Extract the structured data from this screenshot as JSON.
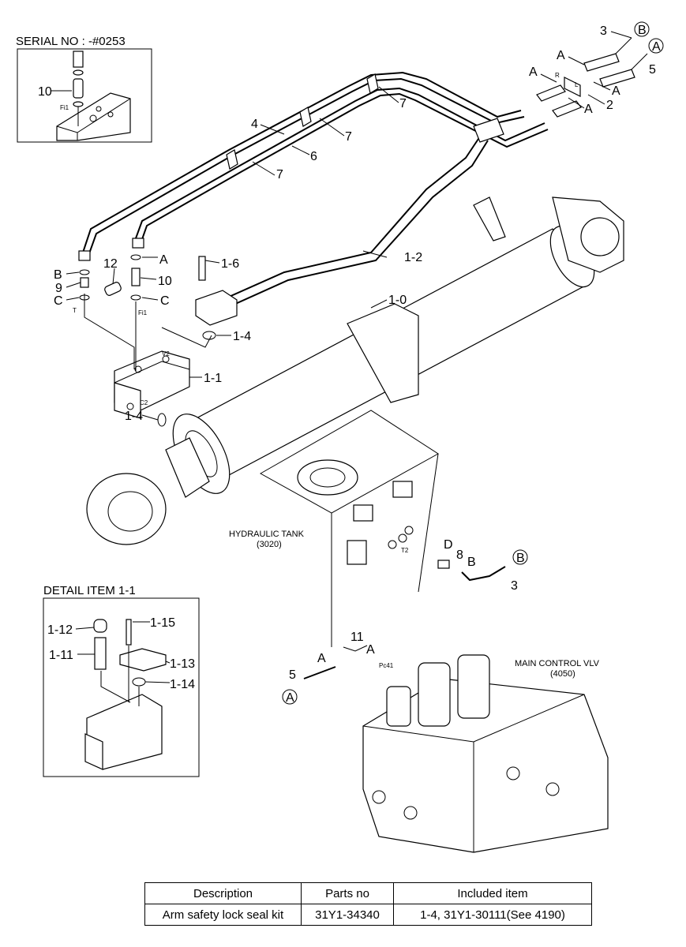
{
  "serial_inset": {
    "title": "SERIAL NO : -#0253",
    "labels": [
      "10",
      "Fi1"
    ]
  },
  "callouts": {
    "pipes": [
      "3",
      "B",
      "A",
      "A",
      "5",
      "A",
      "R",
      "A",
      "2",
      "A",
      "L",
      "7",
      "7",
      "4",
      "6",
      "7"
    ],
    "block": [
      "A",
      "1-6",
      "12",
      "B",
      "9",
      "10",
      "C",
      "C",
      "T",
      "Fi1",
      "1-2",
      "1-0",
      "1-4",
      "V2",
      "1-1",
      "C2",
      "1-4"
    ],
    "tank": [
      "HYDRAULIC TANK",
      "(3020)",
      "D",
      "8",
      "B",
      "B",
      "T2",
      "3"
    ],
    "valve": [
      "11",
      "A",
      "A",
      "Pc41",
      "5",
      "A",
      "MAIN CONTROL VLV",
      "(4050)"
    ]
  },
  "detail_inset": {
    "title": "DETAIL ITEM 1-1",
    "labels": [
      "1-12",
      "1-15",
      "1-11",
      "1-13",
      "1-14"
    ]
  },
  "kit_table": {
    "headers": [
      "Description",
      "Parts no",
      "Included item"
    ],
    "rows": [
      [
        "Arm safety lock seal kit",
        "31Y1-34340",
        "1-4, 31Y1-30111(See 4190)"
      ]
    ]
  }
}
